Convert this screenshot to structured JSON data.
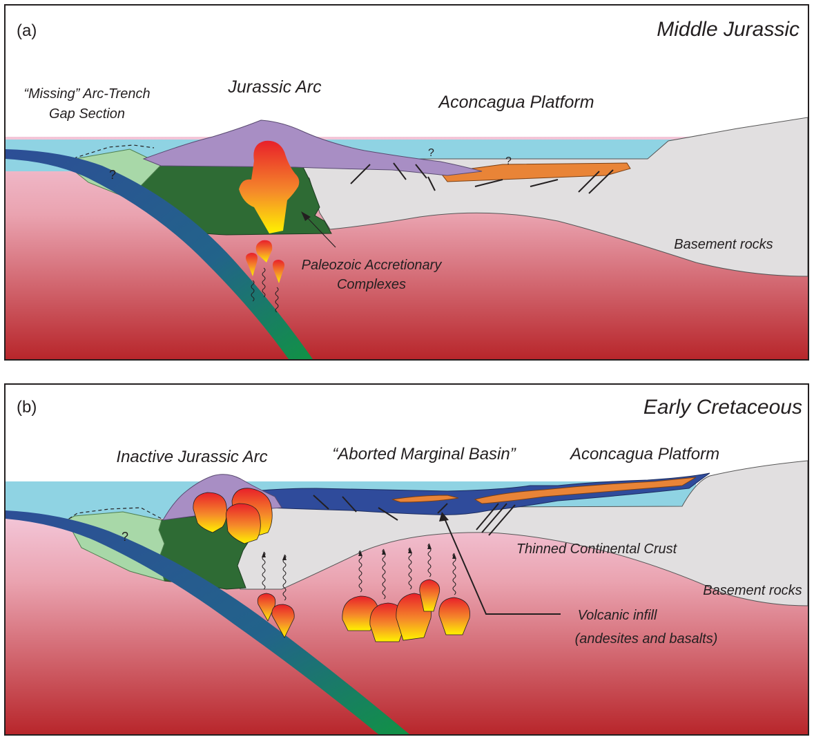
{
  "panels": [
    {
      "id": "a",
      "letter": "(a)",
      "period": "Middle Jurassic",
      "labels": {
        "missing_line1": "“Missing” Arc-Trench",
        "missing_line2": "Gap Section",
        "arc": "Jurassic Arc",
        "platform": "Aconcagua Platform",
        "basement": "Basement rocks",
        "paleozoic_line1": "Paleozoic Accretionary",
        "paleozoic_line2": "Complexes",
        "q_mark": "?"
      }
    },
    {
      "id": "b",
      "letter": "(b)",
      "period": "Early Cretaceous",
      "labels": {
        "inactive_arc": "Inactive Jurassic Arc",
        "aborted_basin": "“Aborted Marginal Basin”",
        "platform": "Aconcagua Platform",
        "thinned_crust": "Thinned Continental Crust",
        "basement": "Basement rocks",
        "volcanic_line1": "Volcanic infill",
        "volcanic_line2": "(andesites and basalts)",
        "q_mark": "?"
      }
    }
  ],
  "colors": {
    "ocean": "#8fd3e3",
    "mantle_top": "#f3c6d8",
    "mantle_bottom": "#b8262b",
    "slab_top": "#2d4e96",
    "slab_bottom": "#119245",
    "accretionary_wedge": "#a8d8a8",
    "paleozoic_complex": "#2e6b34",
    "arc_volcanics": "#a88ec4",
    "basement": "#e1dfe0",
    "platform_sediments": "#e98437",
    "basin_infill": "#2f4b9b",
    "magma_top": "#e8202a",
    "magma_bottom": "#fff200"
  }
}
